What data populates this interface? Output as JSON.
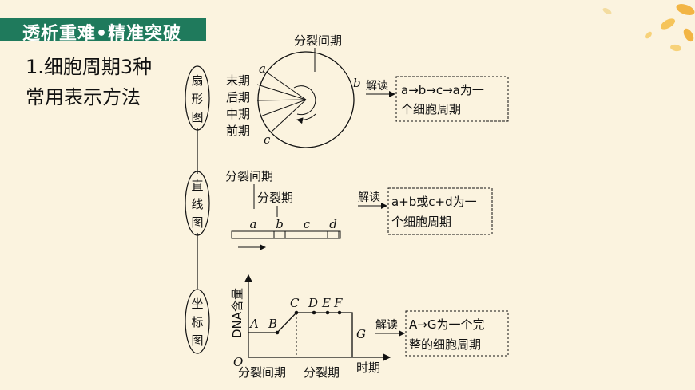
{
  "header": {
    "title": "透析重难•精准突破"
  },
  "section": {
    "line1": "1.细胞周期3种",
    "line2": "常用表示方法"
  },
  "methods": [
    {
      "name": [
        "扇",
        "形",
        "图"
      ]
    },
    {
      "name": [
        "直",
        "线",
        "图"
      ]
    },
    {
      "name": [
        "坐",
        "标",
        "图"
      ]
    }
  ],
  "pie": {
    "interphase_label": "分裂间期",
    "phases": [
      "末期",
      "后期",
      "中期",
      "前期"
    ],
    "point_a": "a",
    "point_b": "b",
    "point_c": "c"
  },
  "line": {
    "interphase_label": "分裂间期",
    "mitosis_label": "分裂期",
    "points": [
      "a",
      "b",
      "c",
      "d"
    ]
  },
  "coord": {
    "y_label": "DNA含量",
    "origin": "O",
    "points": [
      "A",
      "B",
      "C",
      "D",
      "E",
      "F",
      "G"
    ],
    "x_interphase": "分裂间期",
    "x_mitosis": "分裂期",
    "x_label": "时期"
  },
  "interpretations": [
    {
      "tag": "解读",
      "line1": "a→b→c→a为一",
      "line2": "个细胞周期"
    },
    {
      "tag": "解读",
      "line1": "a+b或c+d为一",
      "line2": "个细胞周期"
    },
    {
      "tag": "解读",
      "line1": "A→G为一个完",
      "line2": "整的细胞周期"
    }
  ],
  "colors": {
    "title_bg": "#1f7a5c",
    "background": "#fbf3df"
  }
}
